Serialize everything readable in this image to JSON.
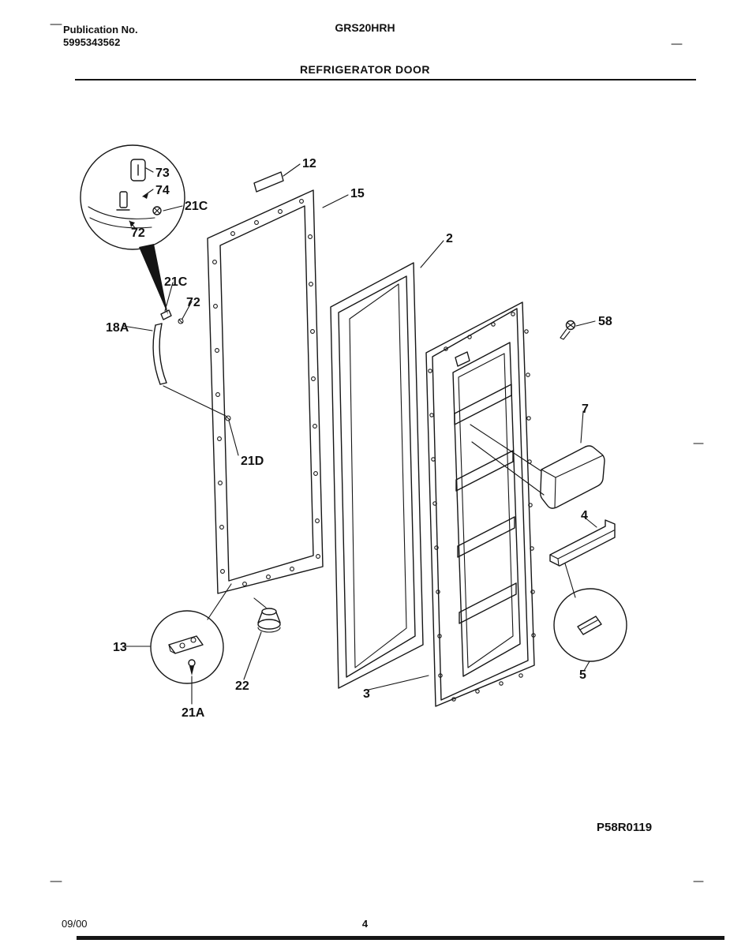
{
  "header": {
    "publication_label": "Publication No.",
    "publication_number": "5995343562",
    "model": "GRS20HRH",
    "title": "REFRIGERATOR DOOR"
  },
  "diagram": {
    "code": "P58R0119",
    "callouts": {
      "c73": "73",
      "c74": "74",
      "c21c_top": "21C",
      "c72_top": "72",
      "c21c_mid": "21C",
      "c72_mid": "72",
      "c18a": "18A",
      "c21d": "21D",
      "c12": "12",
      "c15": "15",
      "c2": "2",
      "c58": "58",
      "c7": "7",
      "c4": "4",
      "c5": "5",
      "c13": "13",
      "c21a": "21A",
      "c22": "22",
      "c3": "3"
    }
  },
  "footer": {
    "date": "09/00",
    "page_number": "4"
  }
}
